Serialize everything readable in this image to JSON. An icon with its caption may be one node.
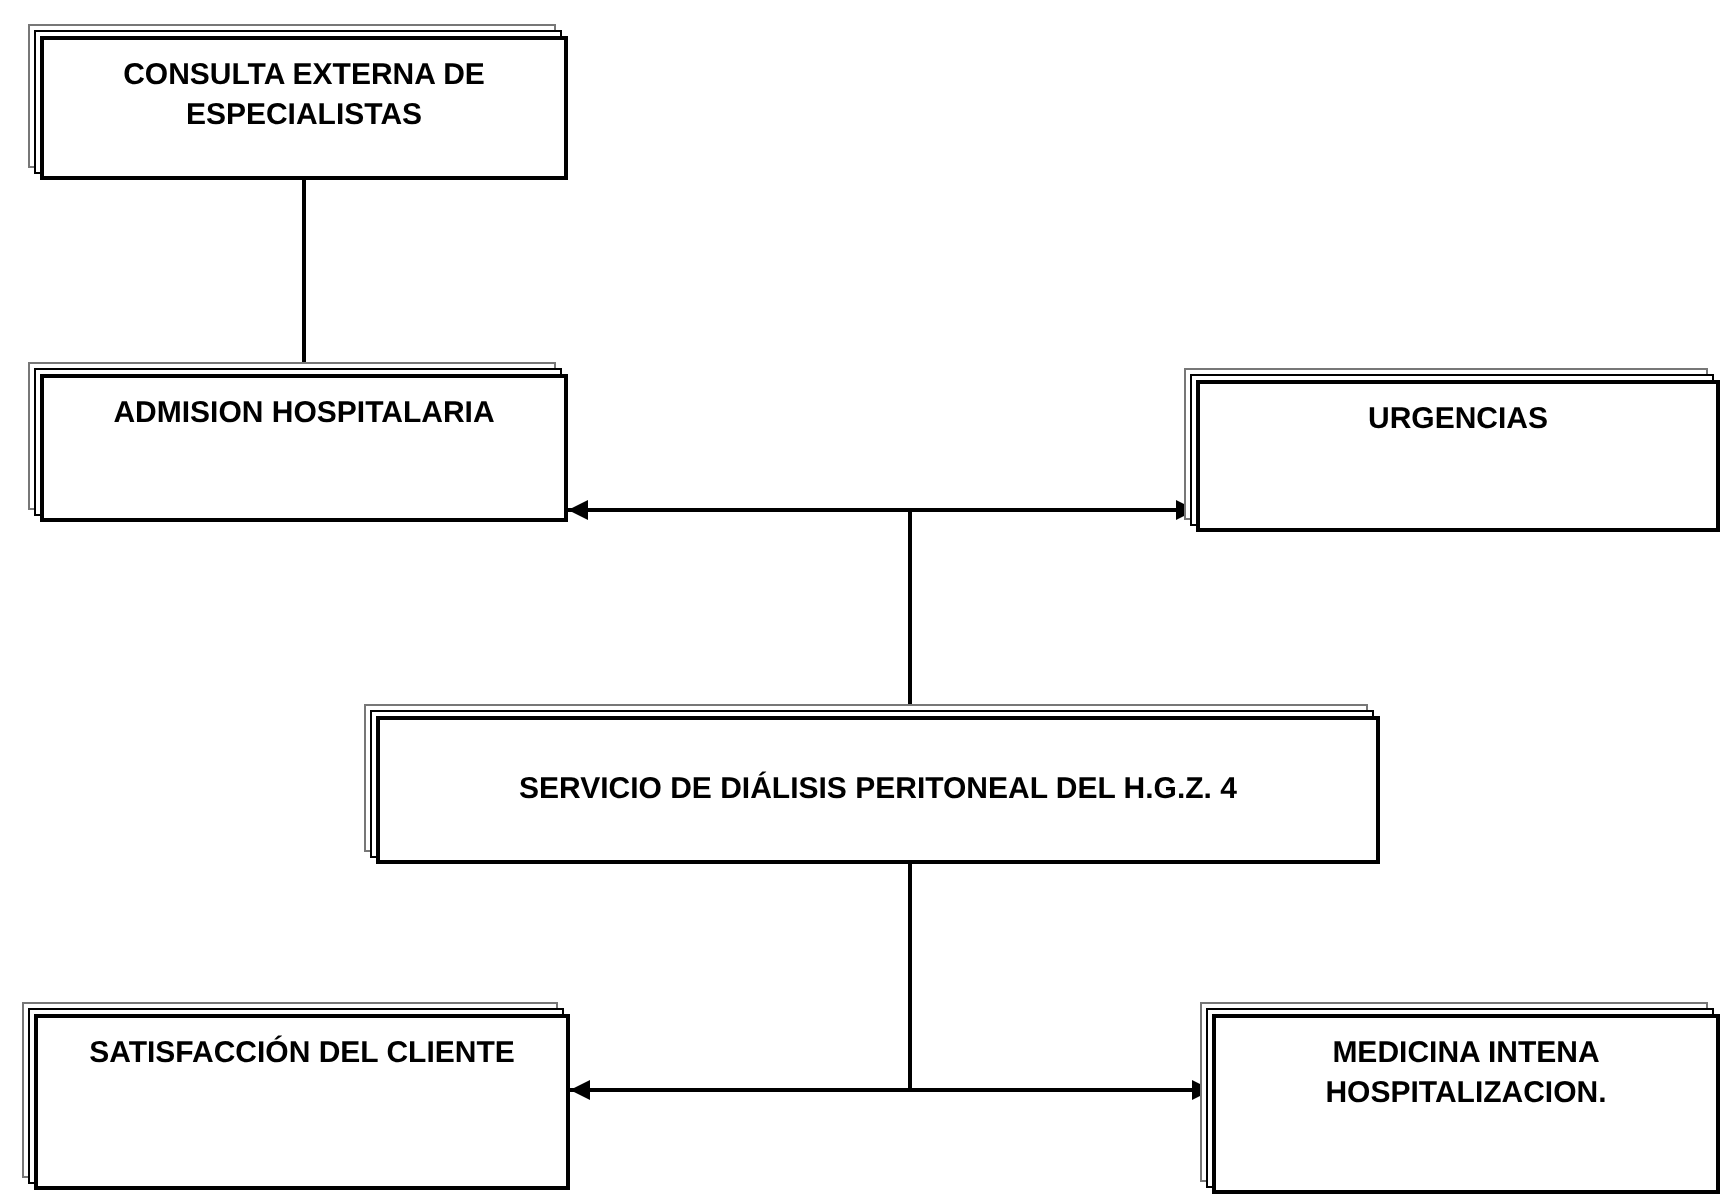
{
  "diagram": {
    "nodes": [
      {
        "text": [
          "CONSULTA EXTERNA DE ESPECIALISTAS"
        ]
      },
      {
        "text": [
          "ADMISION HOSPITALARIA"
        ]
      },
      {
        "text": [
          "URGENCIAS"
        ]
      },
      {
        "text": [
          "SERVICIO DE DIÁLISIS PERITONEAL DEL H.G.Z. 4"
        ]
      },
      {
        "text": [
          "SATISFACCIÓN DEL CLIENTE"
        ]
      },
      {
        "text": [
          "MEDICINA INTENA HOSPITALIZACION."
        ]
      }
    ],
    "edges": [
      {
        "from": 0,
        "to": 1,
        "arrow": "none"
      },
      {
        "from": 3,
        "to": 1,
        "arrow": "to"
      },
      {
        "from": 3,
        "to": 2,
        "arrow": "to"
      },
      {
        "from": 3,
        "to": 4,
        "arrow": "to"
      },
      {
        "from": 3,
        "to": 5,
        "arrow": "to"
      }
    ]
  }
}
